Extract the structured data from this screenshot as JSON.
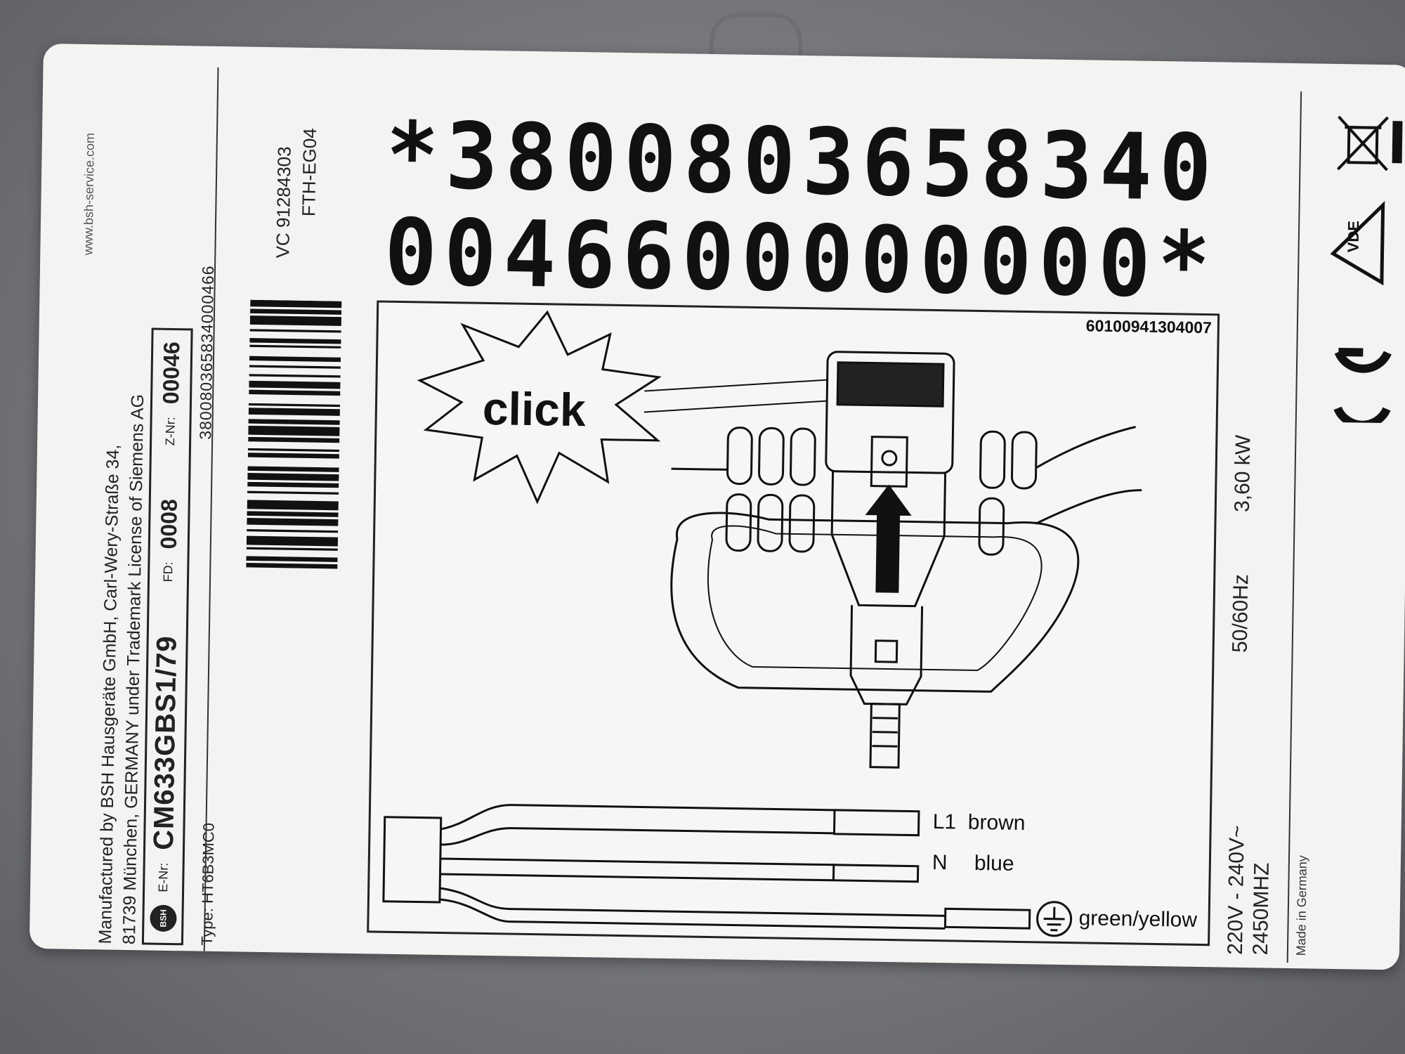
{
  "label": {
    "manufacturer_line1": "Manufactured by BSH Hausgeräte GmbH, Carl-Wery-Straße 34,",
    "manufacturer_line2": "81739 München, GERMANY under Trademark License of Siemens AG",
    "website": "www.bsh-service.com",
    "enr_label": "E-Nr:",
    "enr_value": "CM633GBS1/79",
    "fd_label": "FD:",
    "fd_value": "0008",
    "znr_label": "Z-Nr:",
    "znr_value": "00046",
    "type_label": "Type:",
    "type_value": "HT6B3MC0",
    "barcode_number": "380080365834000466",
    "vc_number": "VC 91284303",
    "fth_code": "FTH-EG04",
    "serial_line1": "*38008036583​40",
    "serial_line2": "004660000000​0*",
    "part_number": "60100941304007",
    "click_text": "click",
    "wire_l1": "L1  brown",
    "wire_n_letter": "N",
    "wire_n_color": "blue",
    "wire_earth": "green/yellow",
    "power": "3,60 kW",
    "frequency": "50/60Hz",
    "voltage": "220V - 240V~",
    "microwave_freq": "2450MHZ",
    "made_in": "Made in Germany",
    "bsh_logo_text": "BSH"
  },
  "colors": {
    "label_bg": "#f3f3f1",
    "ink": "#111111",
    "backplate": "#75777b"
  },
  "icons": [
    "bsh-logo-icon",
    "weee-bin-icon",
    "vde-mark-icon",
    "ce-mark-icon",
    "earth-ground-icon",
    "click-burst-icon"
  ]
}
